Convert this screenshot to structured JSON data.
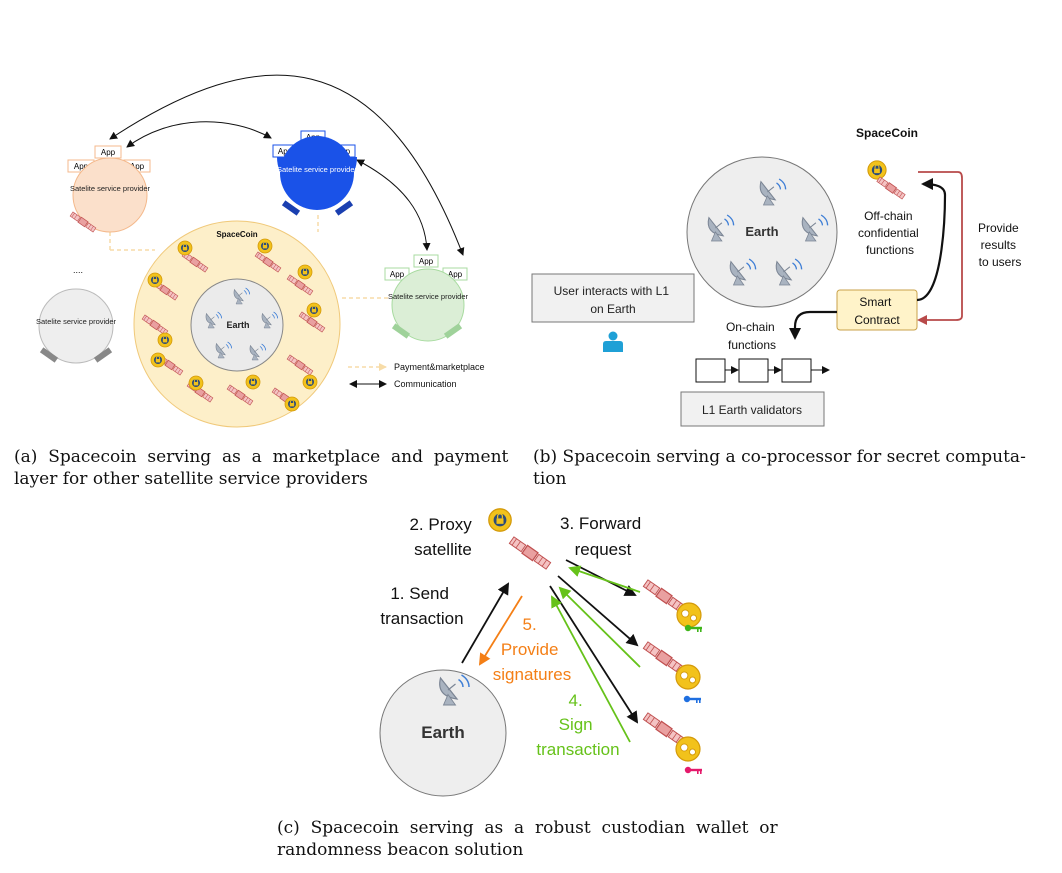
{
  "panel_a": {
    "spacecoin_label": "SpaceCoin",
    "earth_label": "Earth",
    "providers": [
      {
        "name": "Satelite service provider",
        "color": "#f4b98c"
      },
      {
        "name": "Satelite service provider",
        "color": "#1a52e8"
      },
      {
        "name": "Satelite service provider",
        "color": "#a8dba0"
      },
      {
        "name": "Satelite service provider",
        "color": "#cccccc"
      }
    ],
    "app_label": "App",
    "ellipsis": "....",
    "legend": {
      "payment": "Payment&marketplace",
      "communication": "Communication"
    },
    "caption_lines": [
      "(a)  Spacecoin  serving  as  a  marketplace  and  payment",
      "layer for other satellite service providers"
    ]
  },
  "panel_b": {
    "spacecoin_label": "SpaceCoin",
    "earth_label": "Earth",
    "offchain_lines": [
      "Off-chain",
      "confidential",
      "functions"
    ],
    "provide_results_lines": [
      "Provide",
      "results",
      "to users"
    ],
    "smart_contract_lines": [
      "Smart",
      "Contract"
    ],
    "onchain_lines": [
      "On-chain",
      "functions"
    ],
    "user_lines": [
      "User interacts with L1",
      "on Earth"
    ],
    "validators_label": "L1 Earth validators",
    "caption_lines": [
      "(b) Spacecoin serving a co-processor for secret computa-",
      "tion"
    ]
  },
  "panel_c": {
    "earth_label": "Earth",
    "proxy_lines": [
      "2. Proxy",
      "satellite"
    ],
    "forward_lines": [
      "3. Forward",
      "request"
    ],
    "send_lines": [
      "1. Send",
      "transaction"
    ],
    "provide_lines": [
      "5.",
      "Provide",
      "signatures"
    ],
    "sign_lines": [
      "4.",
      "Sign",
      "transaction"
    ],
    "colors": {
      "provide": "#f47f16",
      "sign": "#66c21a",
      "key_green": "#3fb51a",
      "key_blue": "#1f6fe0",
      "key_pink": "#e4196b"
    },
    "caption_lines": [
      "(c)  Spacecoin  serving  as  a  robust  custodian  wallet  or",
      "randomness beacon solution"
    ]
  }
}
